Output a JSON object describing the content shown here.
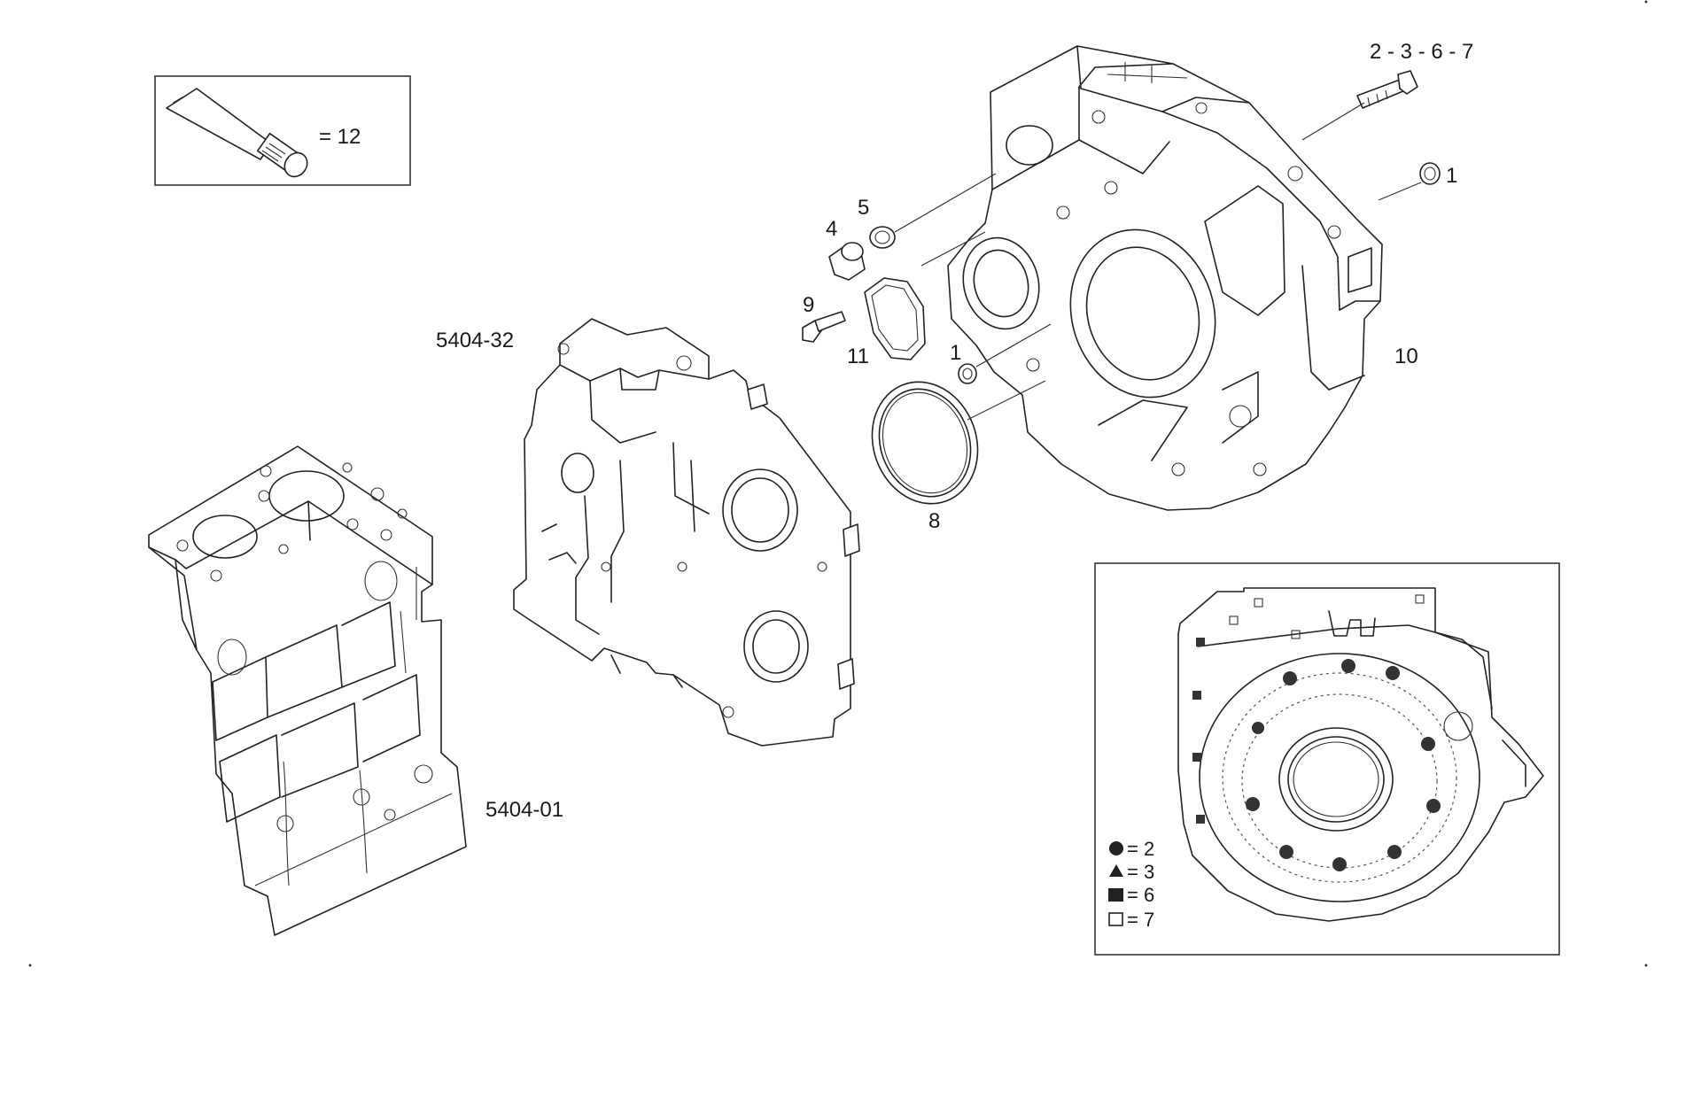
{
  "legend_tube": {
    "text": "= 12"
  },
  "callouts": {
    "bolt_group": "2 - 3 - 6 - 7",
    "plug_right": "1",
    "plug_mid": "1",
    "plug_4": "4",
    "ring_5": "5",
    "screw_9": "9",
    "gasket_11": "11",
    "housing_10": "10",
    "seal_8": "8",
    "ref_front_cover": "5404-32",
    "ref_block": "5404-01"
  },
  "key_box": {
    "items": [
      {
        "symbol": "circle",
        "text": "= 2"
      },
      {
        "symbol": "triangle",
        "text": "= 3"
      },
      {
        "symbol": "filled-square",
        "text": "= 6"
      },
      {
        "symbol": "open-square",
        "text": "= 7"
      }
    ]
  }
}
